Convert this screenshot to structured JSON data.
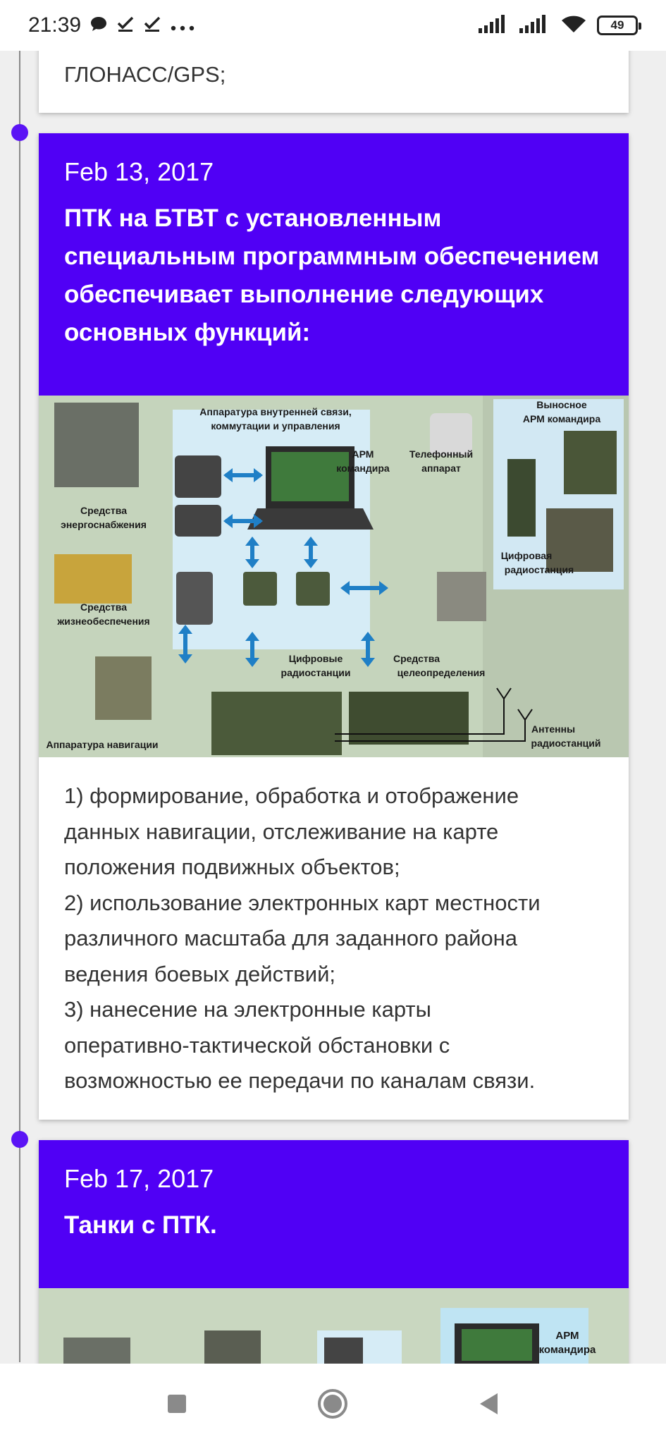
{
  "status_bar": {
    "time": "21:39",
    "battery": "49",
    "icons": [
      "chat-bubble-icon",
      "check-icon",
      "check-icon",
      "more-dots-icon",
      "signal-icon",
      "signal-icon",
      "wifi-icon",
      "battery-icon"
    ]
  },
  "prev_card": {
    "tail_text": "ГЛОНАСС/GPS;"
  },
  "posts": [
    {
      "date": "Feb 13, 2017",
      "title": "ПТК на БТВТ с установленным специальным программным обеспечением обеспечивает выполнение следующих основных функций:",
      "figure": {
        "labels": {
          "comm": "Аппаратура внутренней связи,",
          "comm2": "коммутации и управления",
          "arm": "АРМ",
          "arm2": "командира",
          "phone": "Телефонный",
          "phone2": "аппарат",
          "remote": "Выносное",
          "remote2": "АРМ командира",
          "power": "Средства",
          "power2": "энергоснабжения",
          "life": "Средства",
          "life2": "жизнеобеспечения",
          "digital_radio": "Цифровая",
          "digital_radio2": "радиостанция",
          "radios": "Цифровые",
          "radios2": "радиостанции",
          "target": "Средства",
          "target2": "целеопределения",
          "nav": "Аппаратура навигации",
          "antenna": "Антенны",
          "antenna2": "радиостанций"
        }
      },
      "body_lines": [
        "1) формирование, обработка и отображение",
        "данных навигации, отслеживание на карте",
        "положения подвижных объектов;",
        "2) использование электронных карт местности",
        "различного масштаба для заданного района",
        "ведения боевых действий;",
        "3) нанесение на электронные карты",
        "оперативно-тактической обстановки с",
        "возможностью ее передачи по каналам связи."
      ]
    },
    {
      "date": "Feb 17, 2017",
      "title": "Танки с ПТК.",
      "figure": {
        "labels": {
          "arm": "АРМ",
          "arm2": "командира"
        }
      }
    }
  ],
  "nav_bar": {
    "icons": [
      "recents-square-icon",
      "home-circle-icon",
      "back-triangle-icon"
    ]
  },
  "colors": {
    "accent": "#5000f5",
    "timeline_dot": "#5b14f5"
  }
}
